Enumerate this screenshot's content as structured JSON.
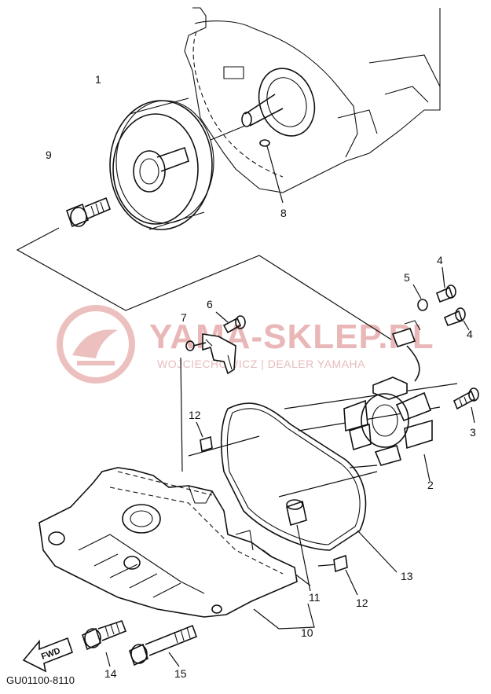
{
  "watermark": {
    "title": "YAMA-SKLEP.PL",
    "subtitle": "WOJCIECHOWICZ | DEALER YAMAHA",
    "color": "#e9b7b7"
  },
  "diagram_code": "GU01100-8110",
  "fwd_label": "FWD",
  "callouts": {
    "c1": "1",
    "c2": "2",
    "c3": "3",
    "c4a": "4",
    "c4b": "4",
    "c5": "5",
    "c6": "6",
    "c7": "7",
    "c8": "8",
    "c9": "9",
    "c10": "10",
    "c11": "11",
    "c12a": "12",
    "c12b": "12",
    "c13": "13",
    "c14": "14",
    "c15": "15"
  }
}
